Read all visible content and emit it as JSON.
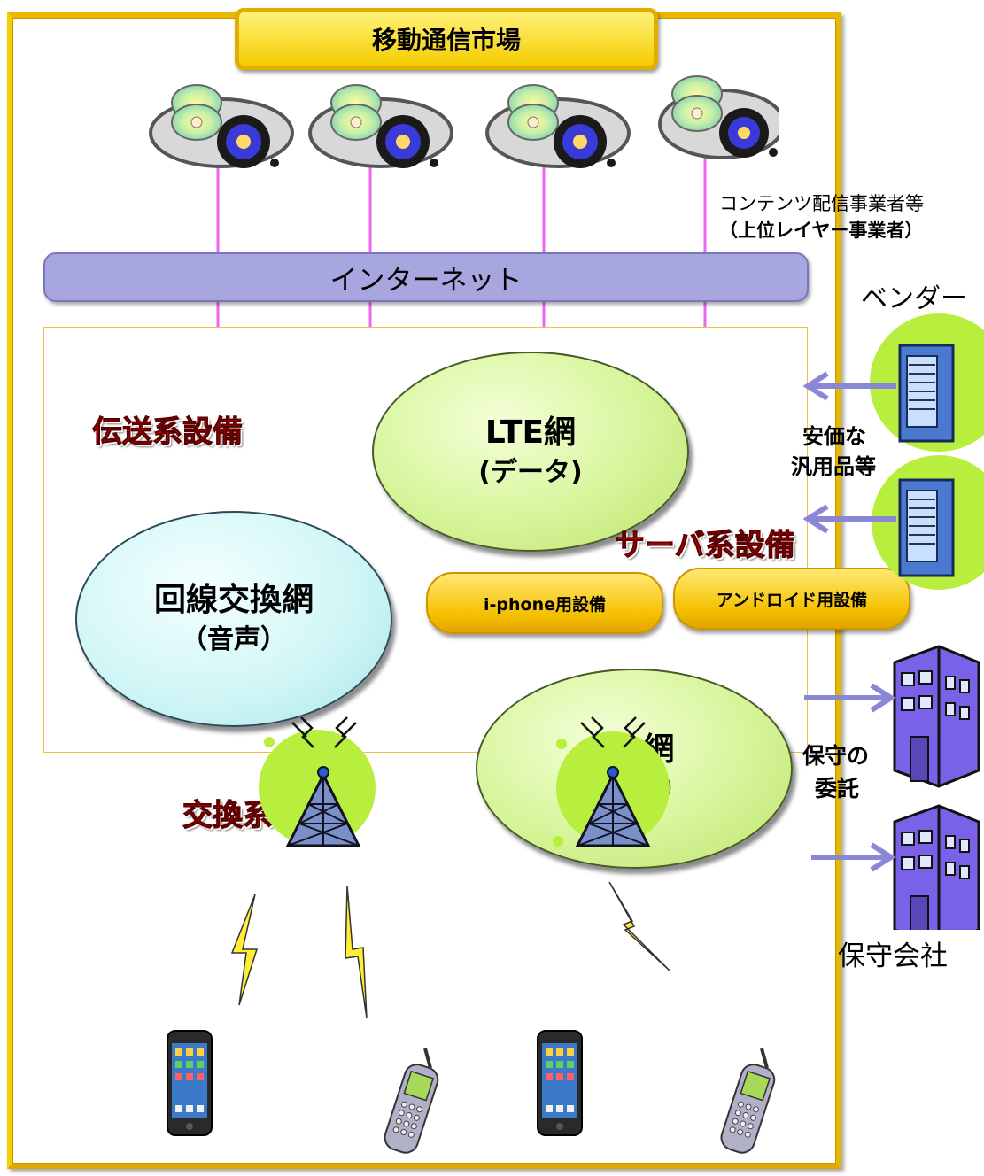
{
  "title": "移動通信市場",
  "internet": "インターネット",
  "content_providers": {
    "line1": "コンテンツ配信事業者等",
    "line2": "（上位レイヤー事業者）"
  },
  "vendor": "ベンダー",
  "networks": {
    "lte": {
      "name": "LTE網",
      "sub": "(データ)"
    },
    "circuit": {
      "name": "回線交換網",
      "sub": "（音声）"
    },
    "g3": {
      "name": "3G網",
      "sub": "（IP網）"
    }
  },
  "categories": {
    "transmission": "伝送系設備",
    "server": "サーバ系設備",
    "switching": "交換系設備"
  },
  "server_items": {
    "iphone": "i-phone用設備",
    "android": "アンドロイド用設備"
  },
  "cheap_goods": {
    "line1": "安価な",
    "line2": "汎用品等"
  },
  "maintenance_outsource": {
    "line1": "保守の",
    "line2": "委託"
  },
  "maintenance_company": "保守会社",
  "colors": {
    "frame": "#e8b800",
    "internet": "#a8a6de",
    "network_green": "#d6f59a",
    "network_blue": "#d2f6f6",
    "red_label": "#e60000",
    "arrow": "#8a88d6",
    "link": "#ee66ee"
  }
}
